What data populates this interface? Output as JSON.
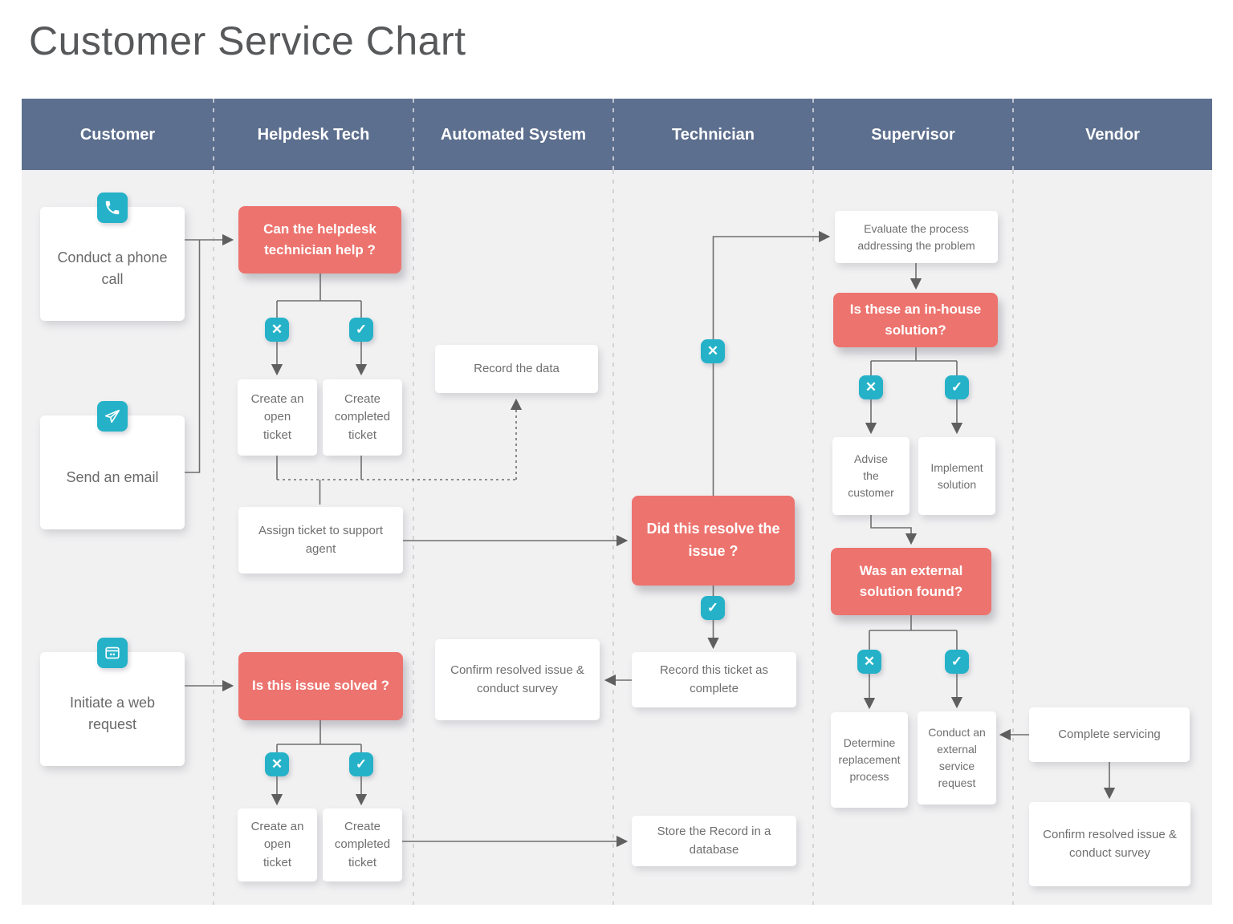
{
  "title": "Customer Service Chart",
  "colors": {
    "header_bg": "#5d6f8e",
    "decision_red": "#ed736e",
    "icon_teal": "#25b2c8",
    "lane_bg": "#f1f1f2",
    "connector_gray": "#6f6f6f",
    "text_gray": "#6f6f70",
    "title_gray": "#57585a"
  },
  "lanes": [
    {
      "label": "Customer"
    },
    {
      "label": "Helpdesk Tech"
    },
    {
      "label": "Automated System"
    },
    {
      "label": "Technician"
    },
    {
      "label": "Supervisor"
    },
    {
      "label": "Vendor"
    }
  ],
  "glyphs": {
    "yes": "✓",
    "no": "✕"
  },
  "nodes": {
    "conduct_phone_call": {
      "label": "Conduct a phone call",
      "icon": "phone-icon"
    },
    "send_email": {
      "label": "Send an email",
      "icon": "paper-plane-icon"
    },
    "initiate_web_request": {
      "label": "Initiate a web request",
      "icon": "browser-icon"
    },
    "can_helpdesk_help": {
      "label": "Can the helpdesk technician help ?"
    },
    "create_open_ticket_1": {
      "label": "Create an open ticket"
    },
    "create_completed_ticket_1": {
      "label": "Create completed ticket"
    },
    "assign_ticket": {
      "label": "Assign ticket to support agent"
    },
    "is_issue_solved": {
      "label": "Is this issue solved ?"
    },
    "create_open_ticket_2": {
      "label": "Create an open ticket"
    },
    "create_completed_ticket_2": {
      "label": "Create completed ticket"
    },
    "record_data": {
      "label": "Record the data"
    },
    "confirm_resolved_automated": {
      "label": "Confirm resolved issue & conduct survey"
    },
    "did_resolve_issue": {
      "label": "Did this resolve the issue ?"
    },
    "record_ticket_complete": {
      "label": "Record this ticket as complete"
    },
    "store_record_database": {
      "label": "Store the Record in a database"
    },
    "evaluate_process": {
      "label": "Evaluate the process addressing the problem"
    },
    "in_house_solution": {
      "label": "Is these an in-house solution?"
    },
    "advise_customer": {
      "label": "Advise the customer"
    },
    "implement_solution": {
      "label": "Implement solution"
    },
    "external_solution_found": {
      "label": "Was an external solution found?"
    },
    "determine_replacement": {
      "label": "Determine replacement process"
    },
    "conduct_external_request": {
      "label": "Conduct an external service request"
    },
    "complete_servicing": {
      "label": "Complete servicing"
    },
    "confirm_resolved_vendor": {
      "label": "Confirm resolved issue & conduct survey"
    }
  }
}
